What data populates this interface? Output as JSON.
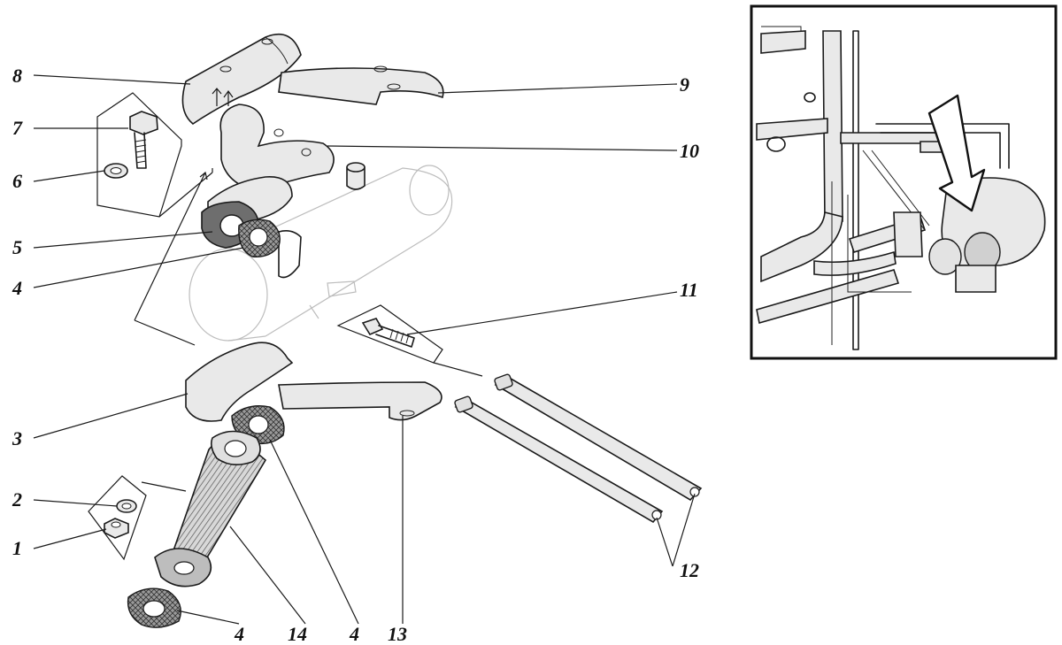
{
  "callouts": {
    "c1": "1",
    "c2": "2",
    "c3": "3",
    "c4a": "4",
    "c4b": "4",
    "c4c": "4",
    "c5": "5",
    "c6": "6",
    "c7": "7",
    "c8": "8",
    "c9": "9",
    "c10": "10",
    "c11": "11",
    "c12": "12",
    "c13": "13",
    "c14": "14"
  },
  "inset": {
    "arrow_icon": "down-arrow-icon"
  }
}
